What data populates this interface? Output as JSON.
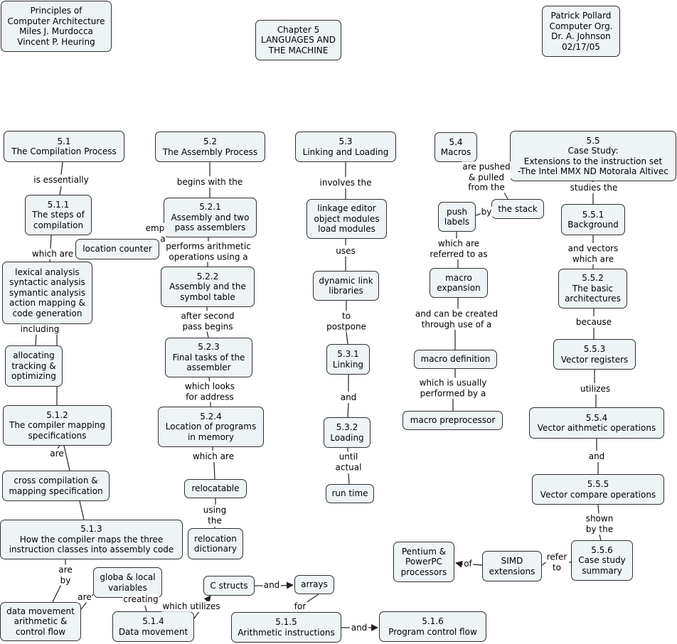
{
  "nodes": {
    "book": "Principles of\nComputer Architecture\nMiles J. Murdocca\nVincent P. Heuring",
    "chapter": "Chapter 5\nLANGUAGES AND\nTHE MACHINE",
    "author": "Patrick Pollard\nComputer Org.\nDr. A. Johnson\n02/17/05",
    "n5_1": "5.1\nThe Compilation Process",
    "n5_1_1": "5.1.1\nThe steps of\ncompilation",
    "location_counter": "location counter",
    "lexical": "lexical analysis\nsyntactic analysis\nsymantic analysis\naction mapping &\ncode generation",
    "allocating": "allocating\ntracking &\noptimizing",
    "n5_1_2": "5.1.2\nThe compiler mapping\nspecifications",
    "cross_compilation": "cross compilation &\nmapping specification",
    "n5_1_3": "5.1.3\nHow the compiler maps the three\ninstruction classes into assembly code",
    "data_movement": "data movement\narithmetic &\ncontrol flow",
    "global_local": "globa & local\nvariables",
    "n5_1_4": "5.1.4\nData movement",
    "c_structs": "C structs",
    "arrays": "arrays",
    "n5_1_5": "5.1.5\nArithmetic instructions",
    "n5_1_6": "5.1.6\nProgram control flow",
    "n5_2": "5.2\nThe Assembly Process",
    "n5_2_1": "5.2.1\nAssembly and two\npass assemblers",
    "n5_2_2": "5.2.2\nAssembly and the\nsymbol table",
    "n5_2_3": "5.2.3\nFinal tasks of the\nassembler",
    "n5_2_4": "5.2.4\nLocation of programs\nin memory",
    "relocatable": "relocatable",
    "relocation_dictionary": "relocation\ndictionary",
    "n5_3": "5.3\nLinking and Loading",
    "linkage": "linkage editor\nobject modules\nload modules",
    "dynamic_link": "dynamic link\nlibraries",
    "n5_3_1": "5.3.1\nLinking",
    "n5_3_2": "5.3.2\nLoading",
    "run_time": "run time",
    "n5_4": "5.4\nMacros",
    "the_stack": "the stack",
    "push_labels": "push\nlabels",
    "macro_expansion": "macro\nexpansion",
    "macro_definition": "macro definition",
    "macro_preprocessor": "macro preprocessor",
    "n5_5": "5.5\nCase Study:\nExtensions to the instruction set\n-The Intel MMX ND Motorala Altivec",
    "n5_5_1": "5.5.1\nBackground",
    "n5_5_2": "5.5.2\nThe basic\narchitectures",
    "n5_5_3": "5.5.3\nVector registers",
    "n5_5_4": "5.5.4\nVector aithmetic operations",
    "n5_5_5": "5.5.5\nVector compare operations",
    "n5_5_6": "5.5.6\nCase study\nsummary",
    "simd": "SIMD\nextensions",
    "pentium": "Pentium &\nPowerPC\nprocessors"
  },
  "labels": {
    "is_essentially": "is essentially",
    "which_are_1": "which are",
    "including": "including",
    "are_1": "are",
    "are_by": "are\nby",
    "are_2": "are",
    "creating": "creating",
    "which_utilizes": "which utilizes",
    "and_1": "and",
    "for": "for",
    "and_2": "and",
    "begins_with_the": "begins with the",
    "emp": "emp",
    "a": "a",
    "performs_arithmetic": "performs arithmetic\noperations using a",
    "after_second": "after second\npass begins",
    "which_looks": "which looks\nfor address",
    "which_are_2": "which are",
    "using_the": "using\nthe",
    "involves_the": "involves the",
    "uses": "uses",
    "to_postpone": "to\npostpone",
    "and_3": "and",
    "until_actual": "until\nactual",
    "are_pushed": "are pushed\n& pulled\nfrom the",
    "by": "by",
    "which_are_referred": "which are\nreferred to as",
    "and_can_be": "and can be created\nthrough use of a",
    "which_is_usually": "which is usually\nperformed by a",
    "studies_the": "studies the",
    "and_vectors": "and vectors\nwhich are",
    "because": "because",
    "utilizes": "utilizes",
    "and_4": "and",
    "shown_by": "shown\nby the",
    "refer_to": "refer\nto",
    "of": "of"
  },
  "colors": {
    "node_fill": "#eef3f6",
    "node_border": "#303030",
    "link": "#202020"
  }
}
